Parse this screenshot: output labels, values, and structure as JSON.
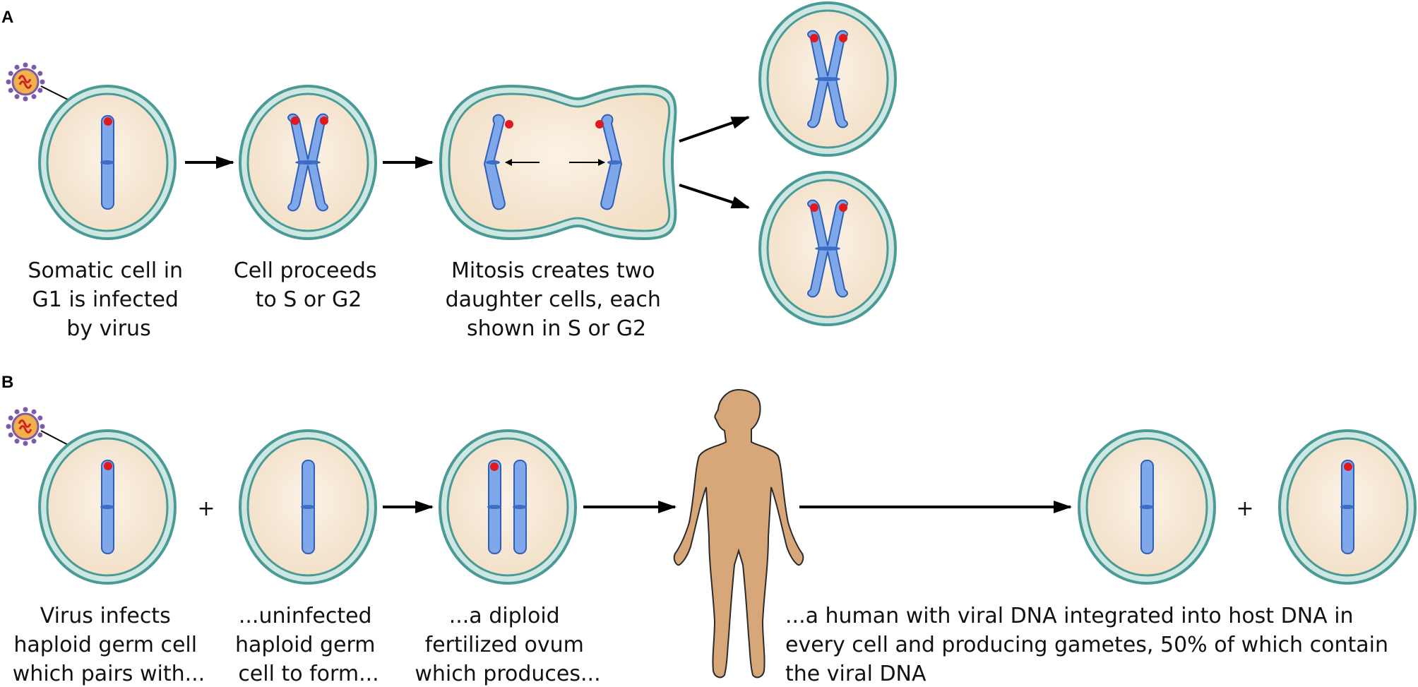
{
  "panels": {
    "a": {
      "label": "A",
      "captions": {
        "infected": [
          "Somatic cell in",
          "G1 is infected",
          "by virus"
        ],
        "proceeds": [
          "Cell proceeds",
          "to S or G2"
        ],
        "mitosis": [
          "Mitosis creates two",
          "daughter cells, each",
          "shown in S or G2"
        ]
      }
    },
    "b": {
      "label": "B",
      "plus_sign": "+",
      "captions": {
        "virus_infects": [
          "Virus infects",
          "haploid germ cell",
          "which pairs with..."
        ],
        "uninfected": [
          "...uninfected",
          "haploid germ",
          "cell to form..."
        ],
        "diploid": [
          "...a diploid",
          "fertilized ovum",
          "which produces..."
        ],
        "human": [
          "...a human with viral DNA integrated into host DNA in",
          "every cell and producing gametes, 50% of which contain",
          "the viral DNA"
        ]
      }
    }
  },
  "colors": {
    "cell_membrane": "#4a9a96",
    "cell_membrane_light": "#cfe7e3",
    "cytoplasm": "#f7ead9",
    "chromosome": "#7ea8ea",
    "chromosome_outline": "#2f5fb8",
    "viral_dna": "#e0191f",
    "human_body": "#d7a779",
    "arrow": "#000000"
  },
  "icons": {
    "virus": "virus-icon",
    "human": "human-figure-icon"
  }
}
